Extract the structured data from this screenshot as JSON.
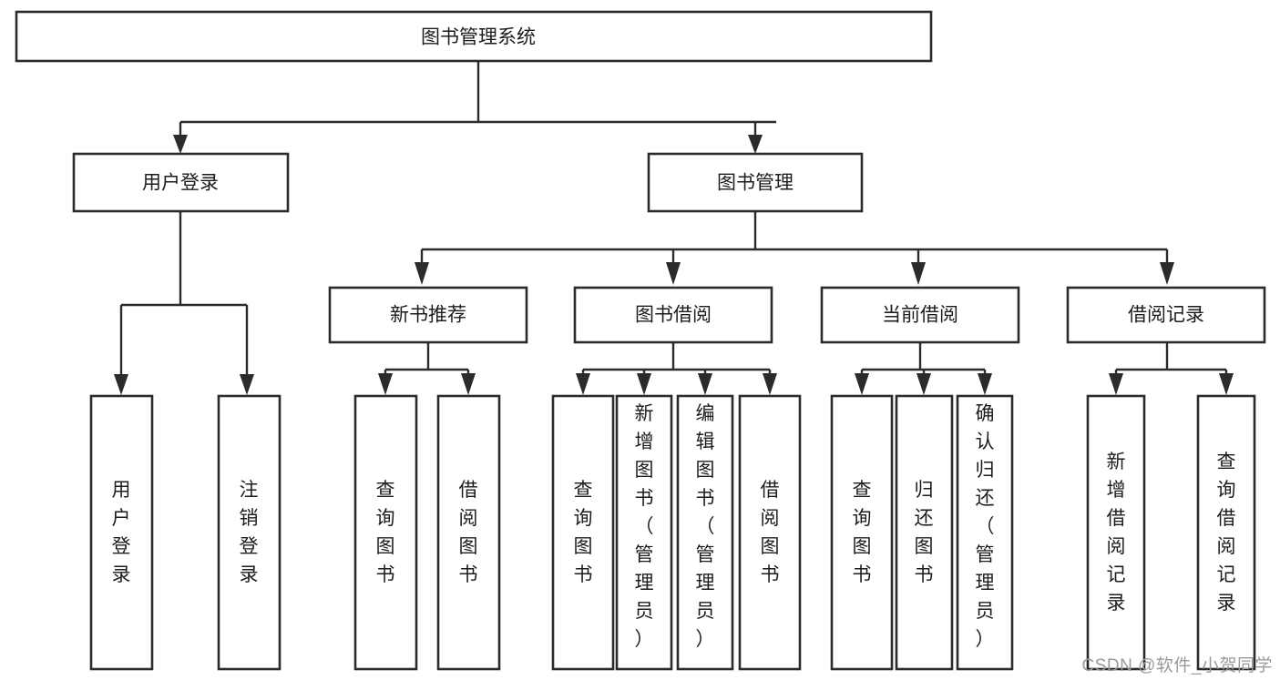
{
  "diagram": {
    "type": "tree-hierarchy",
    "title": "图书管理系统",
    "orientation": "top-down",
    "root": {
      "id": "root",
      "label": "图书管理系统"
    },
    "level2": [
      {
        "id": "user-login",
        "label": "用户登录"
      },
      {
        "id": "book-management",
        "label": "图书管理"
      }
    ],
    "level3": [
      {
        "id": "new-book-recommend",
        "label": "新书推荐",
        "parent": "book-management"
      },
      {
        "id": "book-borrow",
        "label": "图书借阅",
        "parent": "book-management"
      },
      {
        "id": "current-borrow",
        "label": "当前借阅",
        "parent": "book-management"
      },
      {
        "id": "borrow-record",
        "label": "借阅记录",
        "parent": "book-management"
      }
    ],
    "leaves": [
      {
        "id": "leaf-user-login",
        "label": "用户登录",
        "parent": "user-login"
      },
      {
        "id": "leaf-logout-login",
        "label": "注销登录",
        "parent": "user-login"
      },
      {
        "id": "leaf-query-book-1",
        "label": "查询图书",
        "parent": "new-book-recommend"
      },
      {
        "id": "leaf-borrow-book-1",
        "label": "借阅图书",
        "parent": "new-book-recommend"
      },
      {
        "id": "leaf-query-book-2",
        "label": "查询图书",
        "parent": "book-borrow"
      },
      {
        "id": "leaf-add-book-admin",
        "label": "新增图书（管理员）",
        "parent": "book-borrow"
      },
      {
        "id": "leaf-edit-book-admin",
        "label": "编辑图书（管理员）",
        "parent": "book-borrow"
      },
      {
        "id": "leaf-borrow-book-2",
        "label": "借阅图书",
        "parent": "book-borrow"
      },
      {
        "id": "leaf-query-book-3",
        "label": "查询图书",
        "parent": "current-borrow"
      },
      {
        "id": "leaf-return-book",
        "label": "归还图书",
        "parent": "current-borrow"
      },
      {
        "id": "leaf-confirm-return-admin",
        "label": "确认归还（管理员）",
        "parent": "current-borrow"
      },
      {
        "id": "leaf-add-borrow-record",
        "label": "新增借阅记录",
        "parent": "borrow-record"
      },
      {
        "id": "leaf-query-borrow-record",
        "label": "查询借阅记录",
        "parent": "borrow-record"
      }
    ],
    "colors": {
      "stroke": "#2b2b2b",
      "fill": "#ffffff",
      "text": "#1c1c1c",
      "watermark": "#9a9a9a"
    }
  },
  "watermark": {
    "text": "CSDN @软件_小贺同学"
  }
}
